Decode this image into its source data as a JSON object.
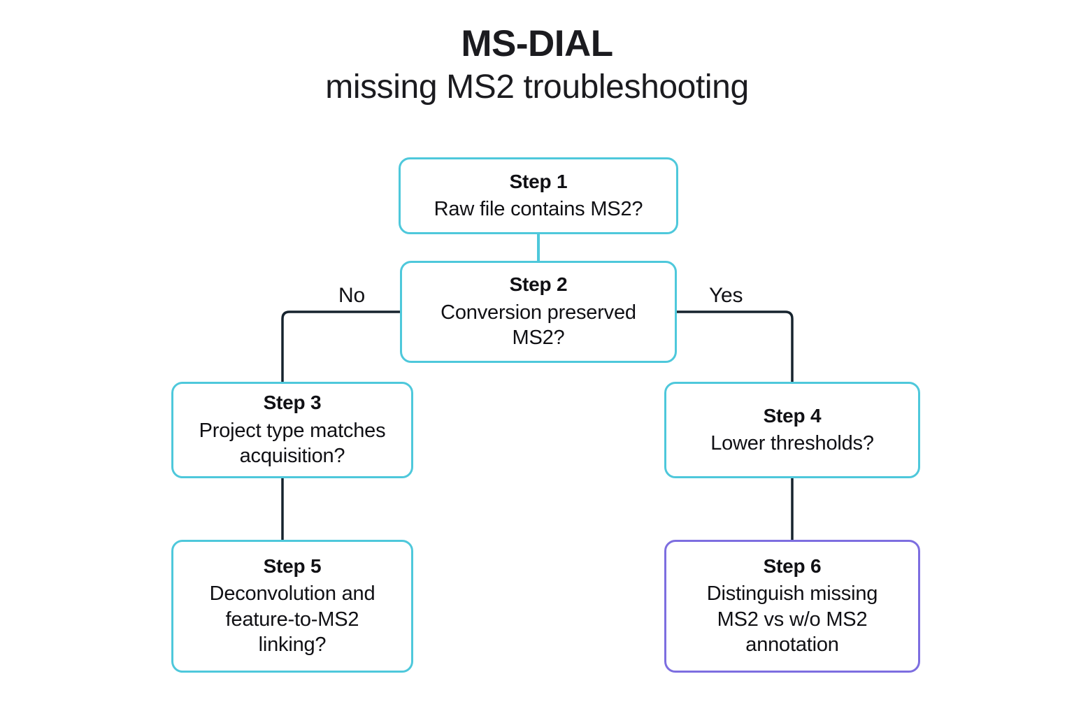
{
  "title": {
    "main": "MS-DIAL",
    "sub": "missing MS2 troubleshooting"
  },
  "colors": {
    "background": "#ffffff",
    "cyan_border": "#4ec8db",
    "purple_border": "#7d6ee0",
    "connector": "#16232e",
    "text": "#101014"
  },
  "nodes": [
    {
      "id": "step1",
      "title": "Step 1",
      "body": "Raw file contains MS2?",
      "accent": "cyan"
    },
    {
      "id": "step2",
      "title": "Step 2",
      "body": "Conversion preserved\nMS2?",
      "accent": "cyan"
    },
    {
      "id": "step3",
      "title": "Step 3",
      "body": "Project type matches\nacquisition?",
      "accent": "cyan"
    },
    {
      "id": "step4",
      "title": "Step 4",
      "body": "Lower thresholds?",
      "accent": "cyan"
    },
    {
      "id": "step5",
      "title": "Step 5",
      "body": "Deconvolution and\nfeature-to-MS2\nlinking?",
      "accent": "cyan"
    },
    {
      "id": "step6",
      "title": "Step 6",
      "body": "Distinguish missing\nMS2 vs w/o MS2\nannotation",
      "accent": "purple"
    }
  ],
  "edge_labels": {
    "no": "No",
    "yes": "Yes"
  },
  "edges": [
    {
      "from": "step1",
      "to": "step2",
      "label": ""
    },
    {
      "from": "step2",
      "to": "step3",
      "label": "No"
    },
    {
      "from": "step2",
      "to": "step4",
      "label": "Yes"
    },
    {
      "from": "step3",
      "to": "step5",
      "label": ""
    },
    {
      "from": "step4",
      "to": "step6",
      "label": ""
    }
  ]
}
